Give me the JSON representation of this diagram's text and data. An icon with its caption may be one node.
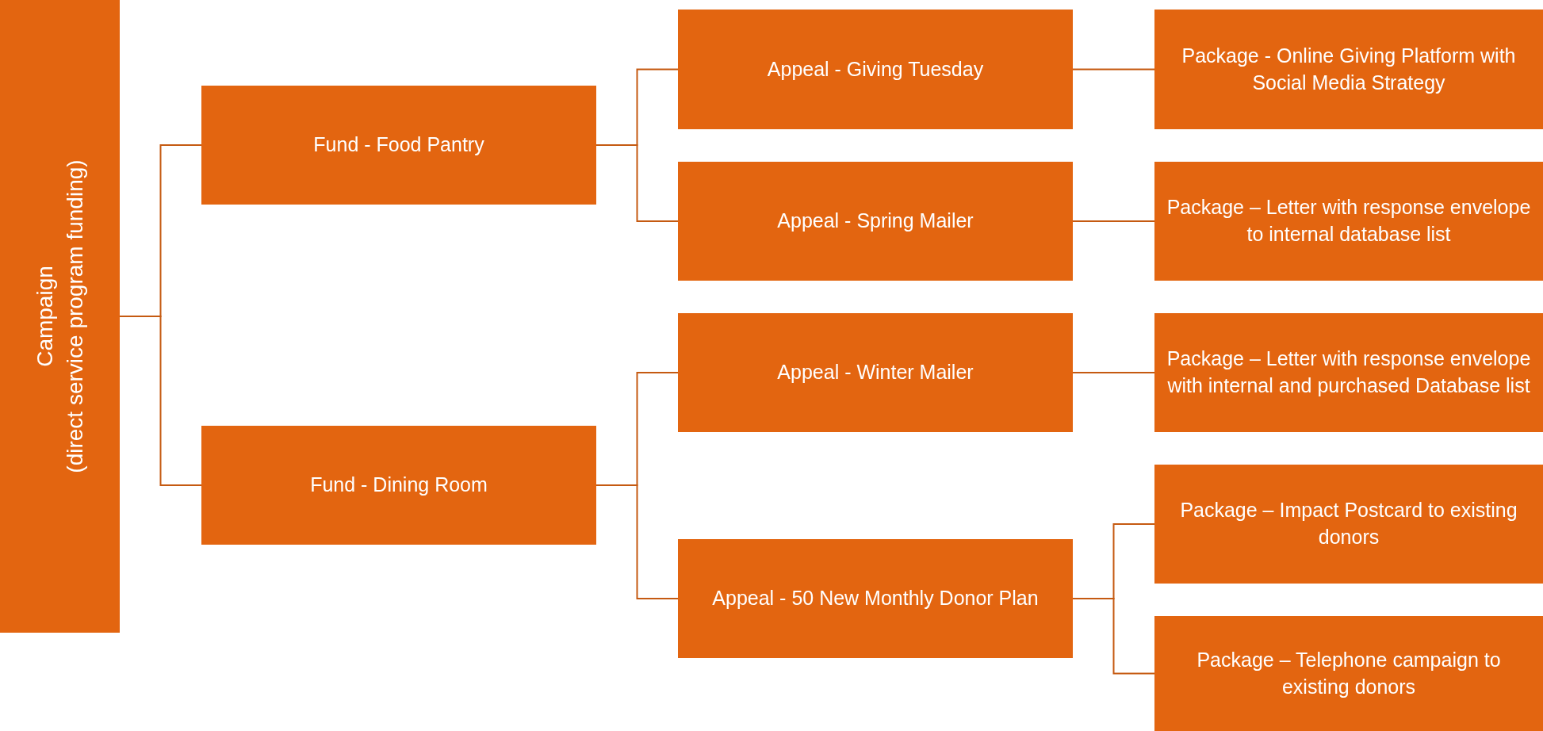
{
  "diagram": {
    "nodes": [
      {
        "text": [
          "Campaign",
          "(direct service program funding)"
        ]
      },
      {
        "text": [
          "Fund - Food Pantry"
        ]
      },
      {
        "text": [
          "Fund - Dining Room"
        ]
      },
      {
        "text": [
          "Appeal - Giving Tuesday"
        ]
      },
      {
        "text": [
          "Appeal - Spring Mailer"
        ]
      },
      {
        "text": [
          "Appeal - Winter Mailer"
        ]
      },
      {
        "text": [
          "Appeal - 50 New Monthly Donor Plan"
        ]
      },
      {
        "text": [
          "Package - Online Giving Platform with Social Media Strategy"
        ]
      },
      {
        "text": [
          "Package – Letter with response envelope to internal database list"
        ]
      },
      {
        "text": [
          "Package – Letter with response envelope with internal and purchased Database list"
        ]
      },
      {
        "text": [
          "Package –  Impact Postcard to existing donors"
        ]
      },
      {
        "text": [
          "Package – Telephone campaign to existing donors"
        ]
      }
    ],
    "edges": [
      {
        "from": 0,
        "to": 1,
        "arrow": "none"
      },
      {
        "from": 0,
        "to": 2,
        "arrow": "none"
      },
      {
        "from": 1,
        "to": 3,
        "arrow": "none"
      },
      {
        "from": 1,
        "to": 4,
        "arrow": "none"
      },
      {
        "from": 2,
        "to": 5,
        "arrow": "none"
      },
      {
        "from": 2,
        "to": 6,
        "arrow": "none"
      },
      {
        "from": 3,
        "to": 7,
        "arrow": "none"
      },
      {
        "from": 4,
        "to": 8,
        "arrow": "none"
      },
      {
        "from": 5,
        "to": 9,
        "arrow": "none"
      },
      {
        "from": 6,
        "to": 10,
        "arrow": "none"
      },
      {
        "from": 6,
        "to": 11,
        "arrow": "none"
      }
    ]
  }
}
